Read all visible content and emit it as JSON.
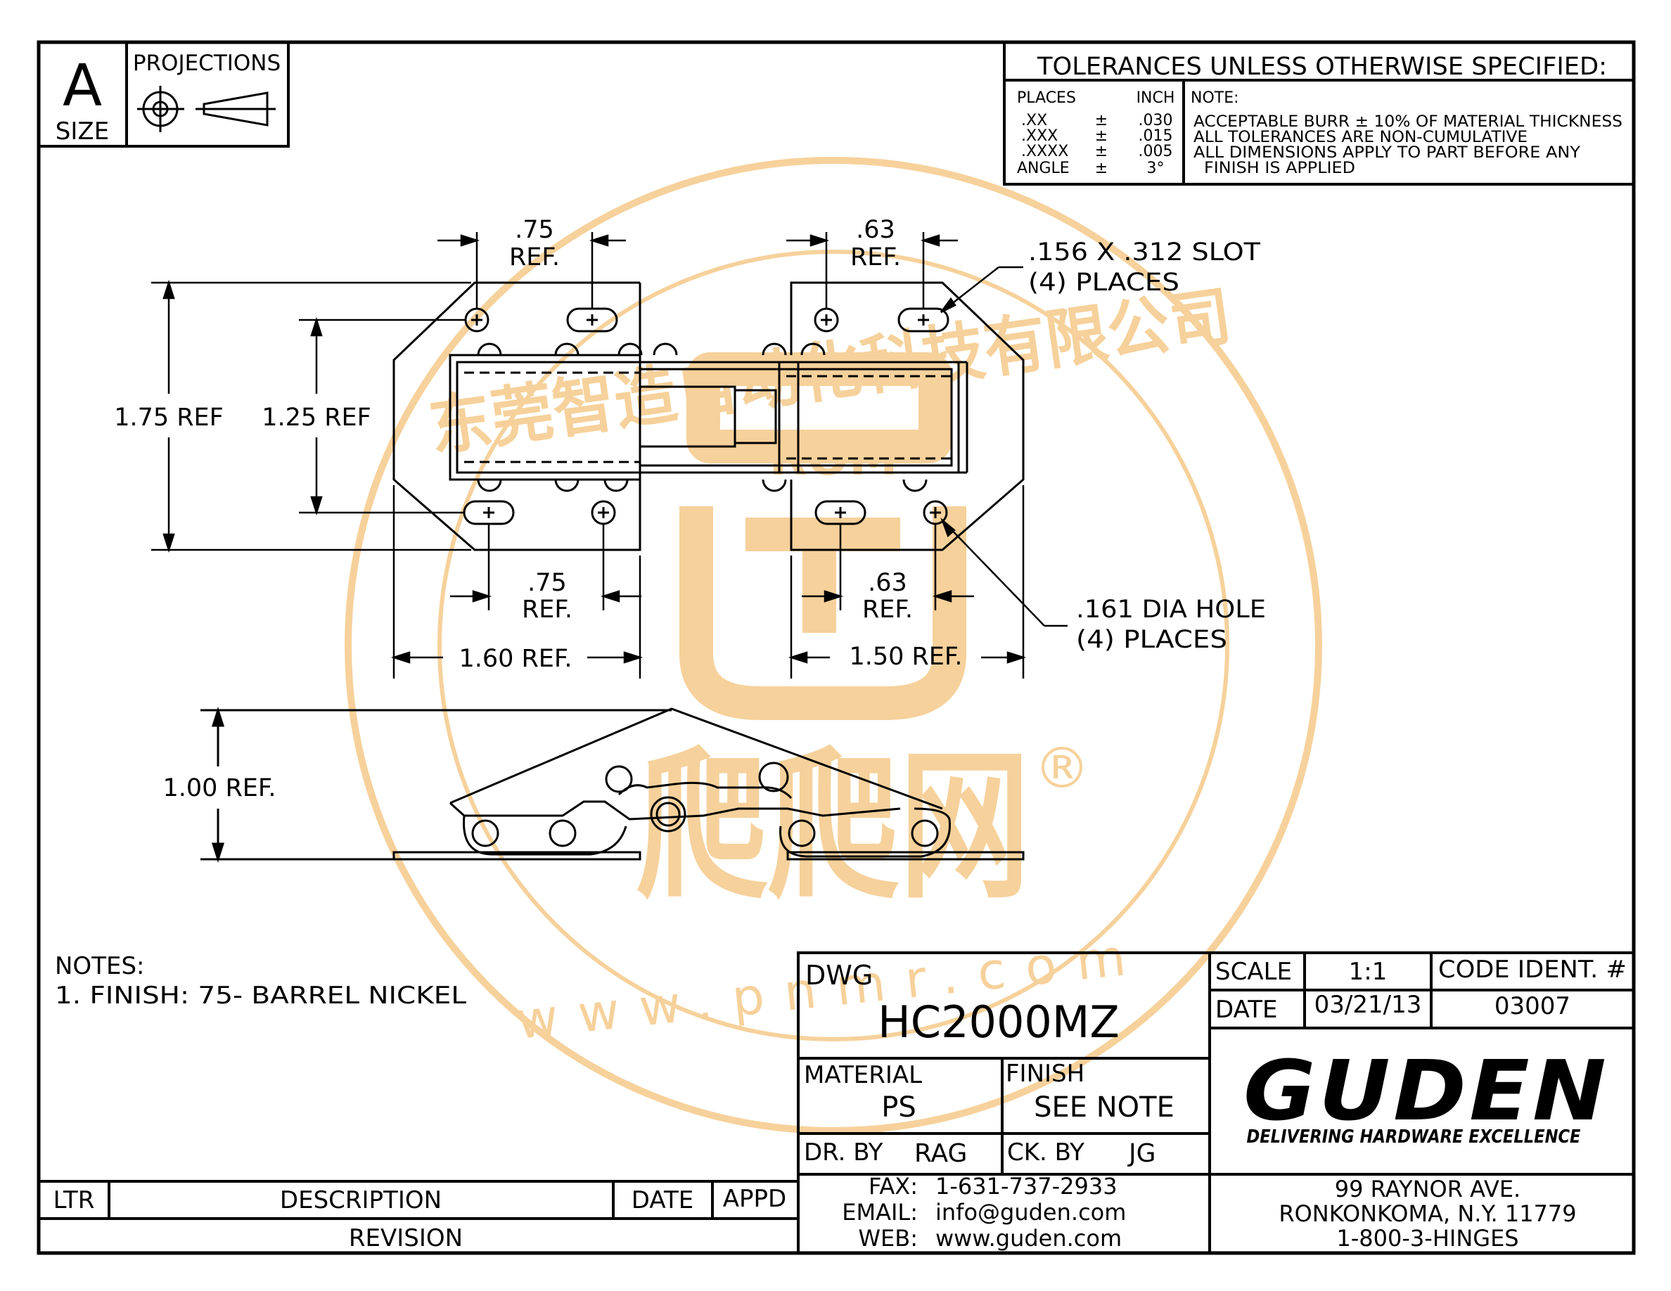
{
  "size_block": {
    "letter": "A",
    "label": "SIZE",
    "projections_label": "PROJECTIONS"
  },
  "tolerances": {
    "title": "TOLERANCES UNLESS OTHERWISE SPECIFIED:",
    "col_places": "PLACES",
    "col_inch": "INCH",
    "rows": [
      {
        "places": ".XX",
        "pm": "±",
        "value": ".030"
      },
      {
        "places": ".XXX",
        "pm": "±",
        "value": ".015"
      },
      {
        "places": ".XXXX",
        "pm": "±",
        "value": ".005"
      },
      {
        "places": "ANGLE",
        "pm": "±",
        "value": "3°"
      }
    ],
    "note_label": "NOTE:",
    "notes": [
      "ACCEPTABLE BURR ± 10% OF MATERIAL THICKNESS",
      "ALL TOLERANCES ARE NON-CUMULATIVE",
      "ALL DIMENSIONS APPLY TO PART BEFORE ANY",
      "FINISH IS APPLIED"
    ]
  },
  "dimensions": {
    "top_left_spacing": ".75",
    "top_right_spacing": ".63",
    "ref": "REF.",
    "slot_note": ".156 X .312 SLOT",
    "slot_places": "(4) PLACES",
    "height_outer": "1.75 REF",
    "height_inner": "1.25 REF",
    "bottom_left_spacing": ".75",
    "bottom_right_spacing": ".63",
    "hole_note": ".161 DIA HOLE",
    "hole_places": "(4) PLACES",
    "width_left": "1.60 REF.",
    "width_right": "1.50 REF.",
    "side_height": "1.00 REF."
  },
  "notes": {
    "title": "NOTES:",
    "items": [
      "1. FINISH: 75- BARREL NICKEL"
    ]
  },
  "title_block": {
    "dwg_label": "DWG",
    "dwg_number": "HC2000MZ",
    "scale_label": "SCALE",
    "scale_value": "1:1",
    "code_ident_label": "CODE IDENT. #",
    "date_label": "DATE",
    "date_value": "03/21/13",
    "code_ident_value": "03007",
    "material_label": "MATERIAL",
    "material_value": "PS",
    "finish_label": "FINISH",
    "finish_value": "SEE NOTE",
    "drawn_by_label": "DR. BY",
    "drawn_by_value": "RAG",
    "checked_by_label": "CK. BY",
    "checked_by_value": "JG",
    "fax_label": "FAX:",
    "fax_value": "1-631-737-2933",
    "email_label": "EMAIL:",
    "email_value": "info@guden.com",
    "web_label": "WEB:",
    "web_value": "www.guden.com",
    "company_logo": "GUDEN",
    "tagline": "DELIVERING HARDWARE EXCELLENCE",
    "address_line1": "99 RAYNOR AVE.",
    "address_line2": "RONKONKOMA, N.Y. 11779",
    "phone": "1-800-3-HINGES"
  },
  "revision": {
    "col_ltr": "LTR",
    "col_description": "DESCRIPTION",
    "col_date": "DATE",
    "col_appd": "APPD",
    "label": "REVISION"
  },
  "watermark": {
    "chinese_text": "东莞智造自动化科技有限公司",
    "url_text": "www.pnmr.com",
    "brand_small": "ROM",
    "brand_main": "爬爬网",
    "registered": "®",
    "color": "#f4c27a"
  }
}
